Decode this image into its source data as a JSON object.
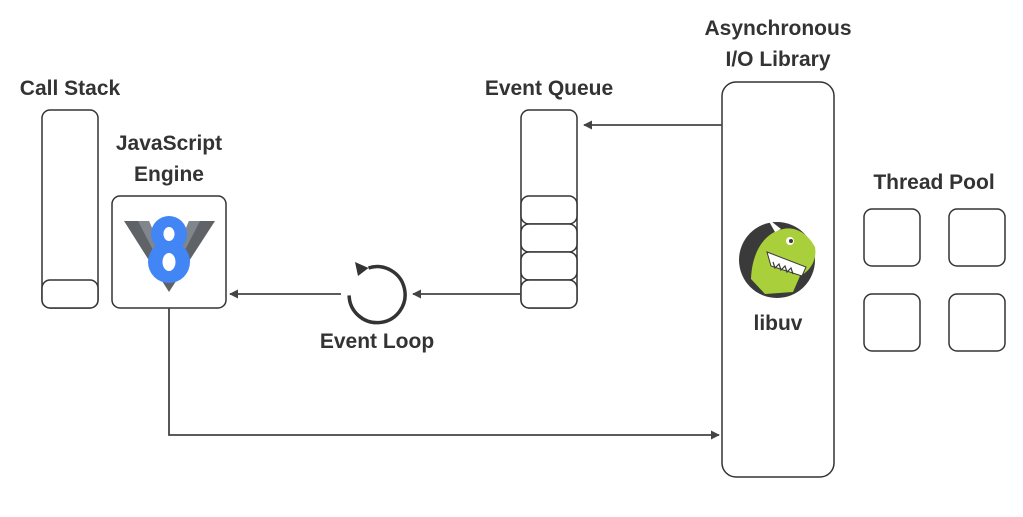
{
  "labels": {
    "call_stack": "Call Stack",
    "js_engine_line1": "JavaScript",
    "js_engine_line2": "Engine",
    "event_queue": "Event Queue",
    "async_line1": "Asynchronous",
    "async_line2": "I/O Library",
    "thread_pool": "Thread Pool",
    "event_loop": "Event Loop",
    "libuv": "libuv"
  },
  "icons": {
    "v8_logo": "v8-logo-icon",
    "libuv_logo": "libuv-dinosaur-icon",
    "event_loop": "circular-arrow-icon"
  },
  "colors": {
    "box_stroke": "#333333",
    "text": "#333333",
    "arrow": "#444444",
    "v8_blue": "#4285f4",
    "v8_gray": "#5f6368",
    "libuv_dark": "#3a3a3a",
    "libuv_green": "#a9cf3b"
  }
}
